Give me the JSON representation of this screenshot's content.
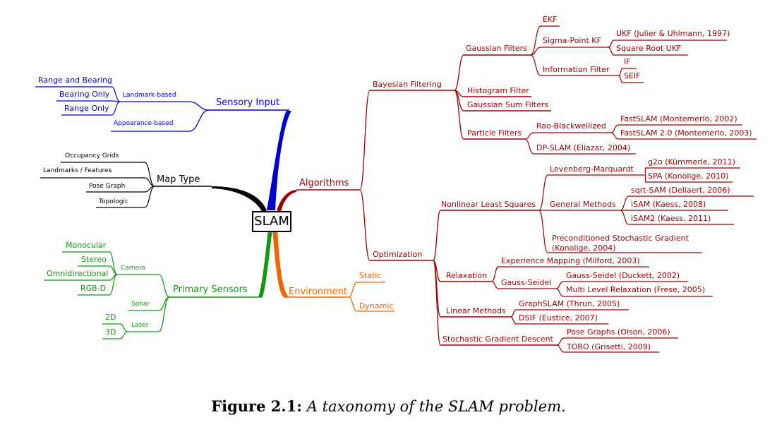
{
  "colors": {
    "sensory": "#0000cc",
    "maptype": "#000000",
    "algorithms": "#990000",
    "sensors": "#119911",
    "environment": "#ee6600"
  },
  "center_label": "SLAM",
  "caption": {
    "label": "Figure 2.1:",
    "text": "A taxonomy of the SLAM problem."
  },
  "sensory": {
    "title": "Sensory Input",
    "landmark_based": "Landmark-based",
    "range_bearing": "Range and Bearing",
    "bearing_only": "Bearing Only",
    "range_only": "Range Only",
    "appearance_based": "Appearance-based"
  },
  "maptype": {
    "title": "Map Type",
    "occupancy": "Occupancy Grids",
    "landmarks": "Landmarks / Features",
    "pose_graph": "Pose Graph",
    "topologic": "Topologic"
  },
  "sensors": {
    "title": "Primary Sensors",
    "camera": "Camera",
    "monocular": "Monocular",
    "stereo": "Stereo",
    "omni": "Omnidirectional",
    "rgbd": "RGB-D",
    "sonar": "Sonar",
    "laser": "Laser",
    "l2d": "2D",
    "l3d": "3D"
  },
  "environment": {
    "title": "Environment",
    "static": "Static",
    "dynamic": "Dynamic"
  },
  "algorithms": {
    "title": "Algorithms",
    "bayes": "Bayesian Filtering",
    "gauss_filters": "Gaussian Filters",
    "ekf": "EKF",
    "spkf": "Sigma-Point KF",
    "ukf": "UKF (Julier & Uhlmann, 1997)",
    "sqrt_ukf": "Square Root UKF",
    "info_filter": "Information Filter",
    "if": "IF",
    "seif": "SEIF",
    "histogram": "Histogram Filter",
    "gauss_sum": "Gaussian Sum Filters",
    "particle": "Particle Filters",
    "rao": "Rao-Blackwellized",
    "fastslam": "FastSLAM (Montemerlo, 2002)",
    "fastslam2": "FastSLAM 2.0 (Montemerlo, 2003)",
    "dpslam": "DP-SLAM (Eliazar, 2004)",
    "optimization": "Optimization",
    "nlls": "Nonlinear Least Squares",
    "lm": "Levenberg-Marquardt",
    "g2o": "g2o (Kümmerle, 2011)",
    "spa": "SPA (Konolige, 2010)",
    "general": "General Methods",
    "sqrtsam": "sqrt-SAM (Dellaert, 2006)",
    "isam": "iSAM (Kaess, 2008)",
    "isam2": "iSAM2 (Kaess, 2011)",
    "psg1": "Preconditioned Stochastic Gradient",
    "psg2": "(Konolige, 2004)",
    "relaxation": "Relaxation",
    "exp_map": "Experience Mapping (Milford, 2003)",
    "gs": "Gauss-Seidel",
    "gs_duckett": "Gauss-Seidel (Duckett, 2002)",
    "mlr": "Multi Level Relaxation (Frese, 2005)",
    "linear": "Linear Methods",
    "graphslam": "GraphSLAM (Thrun, 2005)",
    "dsif": "DSIF (Eustice, 2007)",
    "sgd": "Stochastic Gradient Descent",
    "pose_graphs": "Pose Graphs (Olson, 2006)",
    "toro": "TORO (Grisetti, 2009)"
  }
}
